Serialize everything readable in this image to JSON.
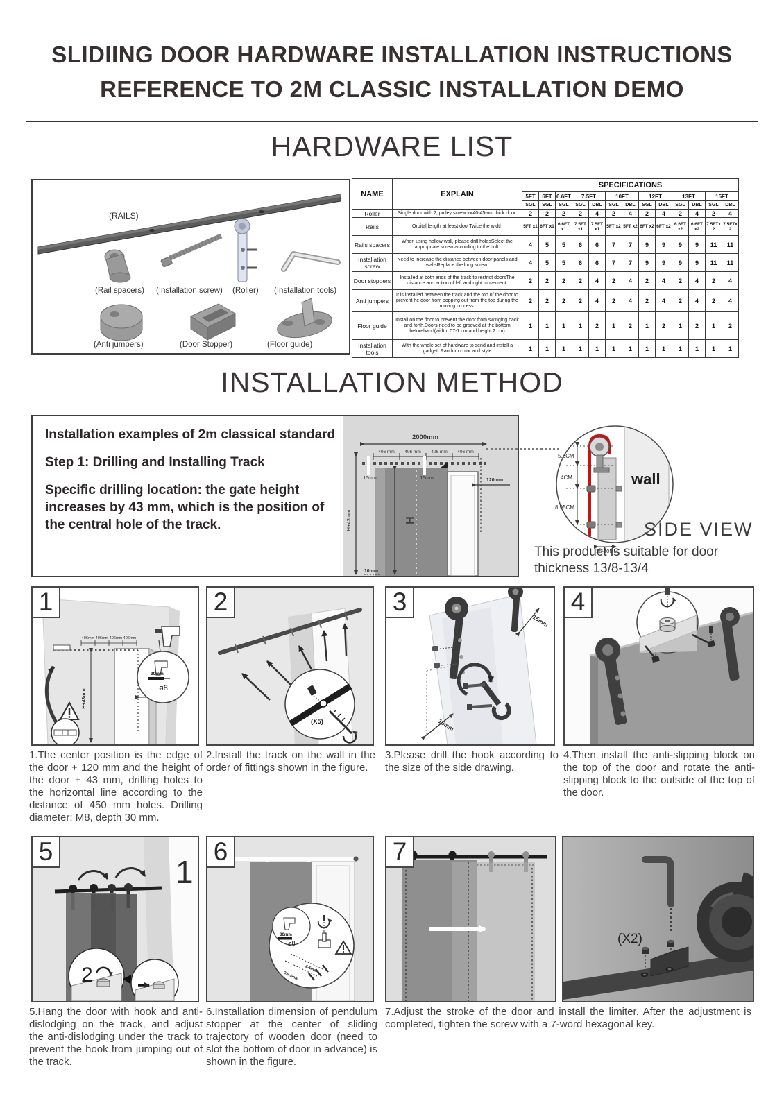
{
  "page": {
    "title_line1": "SLIDIING DOOR HARDWARE INSTALLATION INSTRUCTIONS",
    "title_line2": "REFERENCE TO 2M CLASSIC INSTALLATION DEMO",
    "hardware_title": "HARDWARE LIST",
    "method_title": "INSTALLATION METHOD"
  },
  "parts": {
    "labels": [
      "(RAILS)",
      "(Rail spacers)",
      "(Installation screw)",
      "(Roller)",
      "(Installation tools)",
      "(Anti jumpers)",
      "(Door Stopper)",
      "(Floor guide)"
    ]
  },
  "hardware_table": {
    "col_name": "NAME",
    "col_explain": "EXPLAIN",
    "col_specs": "SPECIFICATIONS",
    "size_groups": [
      {
        "label": "5FT",
        "cols": [
          "SGL"
        ]
      },
      {
        "label": "6FT",
        "cols": [
          "SGL"
        ]
      },
      {
        "label": "6.6FT",
        "cols": [
          "SGL"
        ]
      },
      {
        "label": "7.5FT",
        "cols": [
          "SGL",
          "DBL"
        ]
      },
      {
        "label": "10FT",
        "cols": [
          "SGL",
          "DBL"
        ]
      },
      {
        "label": "12FT",
        "cols": [
          "SGL",
          "DBL"
        ]
      },
      {
        "label": "13FT",
        "cols": [
          "SGL",
          "DBL"
        ]
      },
      {
        "label": "15FT",
        "cols": [
          "SGL",
          "DBL"
        ]
      }
    ],
    "rows": [
      {
        "name": "Roller",
        "explain": "Single door with 2, pulley screw for40-45mm thick door.",
        "values": [
          "2",
          "2",
          "2",
          "2",
          "4",
          "2",
          "4",
          "2",
          "4",
          "2",
          "4",
          "2",
          "4"
        ]
      },
      {
        "name": "Rails",
        "explain": "Orbital length at least doorTwice the width",
        "values": [
          "5FT x1",
          "6FT x1",
          "6.6FT x1",
          "7.5FT x1",
          "7.5FT x1",
          "5FT x2",
          "5FT x2",
          "6FT x2",
          "6FT x2",
          "6.6FT x2",
          "6.6FT x2",
          "7.5FTx 2",
          "7.5FTx 2"
        ]
      },
      {
        "name": "Rails spacers",
        "explain": "When using hollow wall, please drill holesSelect the appropriate screw according to the bolt.",
        "values": [
          "4",
          "5",
          "5",
          "6",
          "6",
          "7",
          "7",
          "9",
          "9",
          "9",
          "9",
          "11",
          "11"
        ]
      },
      {
        "name": "Installation screw",
        "explain": "Need to increase the distance between door panels and wallsReplace the long screw.",
        "values": [
          "4",
          "5",
          "5",
          "6",
          "6",
          "7",
          "7",
          "9",
          "9",
          "9",
          "9",
          "11",
          "11"
        ]
      },
      {
        "name": "Door stoppers",
        "explain": "Installed at both ends of the track to restrict doorsThe distance and action of left and right movement.",
        "values": [
          "2",
          "2",
          "2",
          "2",
          "4",
          "2",
          "4",
          "2",
          "4",
          "2",
          "4",
          "2",
          "4"
        ]
      },
      {
        "name": "Anti jumpers",
        "explain": "It is installed between the track and the top of the door to prevent he door from popping out from the top during the moving process.",
        "values": [
          "2",
          "2",
          "2",
          "2",
          "4",
          "2",
          "4",
          "2",
          "4",
          "2",
          "4",
          "2",
          "4"
        ]
      },
      {
        "name": "Floor guide",
        "explain": "Install on the floor to prevent the door from swinging back and forth.Doors need to be grooved at the bottom beforehand(width: 07-1 cm and height 2 cm)",
        "values": [
          "1",
          "1",
          "1",
          "1",
          "2",
          "1",
          "2",
          "1",
          "2",
          "1",
          "2",
          "1",
          "2"
        ]
      },
      {
        "name": "Installation tools",
        "explain": "With the whole set of hardware to send and install a gadget. Random color and style",
        "values": [
          "1",
          "1",
          "1",
          "1",
          "1",
          "1",
          "1",
          "1",
          "1",
          "1",
          "1",
          "1",
          "1"
        ]
      }
    ]
  },
  "intro": {
    "heading": "Installation examples of 2m classical standard",
    "step1": "Step 1: Drilling and Installing Track",
    "detail": "Specific drilling location: the gate height increases by 43 mm, which is the position of the central hole of the track."
  },
  "door_diagram": {
    "top_width": "2000mm",
    "seg": "406 mm",
    "off15_left": "15mm",
    "off15_mid": "15mm",
    "off120": "120mm",
    "h_total": "H+43mm",
    "h": "H",
    "bottom": "10mm"
  },
  "side_view": {
    "wall_label": "wall",
    "dim1": "5.3CM",
    "dim2": "4CM",
    "dim3": "8.95CM",
    "dim4": "35-40MM",
    "caption": "SIDE VIEW",
    "note1": "This product is suitable for door",
    "note2": "thickness 13/8-13/4"
  },
  "steps": [
    {
      "num": "1",
      "caption": "1.The center position is the edge of the door + 120 mm and the height of the door + 43 mm,  drilling holes to the horizontal line according to the distance of 450 mm holes. Drilling diameter: M8, depth 30 mm."
    },
    {
      "num": "2",
      "caption": "2.Install the track on the wall in the order of fittings shown in the figure."
    },
    {
      "num": "3",
      "caption": "3.Please drill the hook according to the size of the side drawing."
    },
    {
      "num": "4",
      "caption": "4.Then install the anti-slipping block on the top of the door and rotate the anti-slipping  block to the outside of the top of the door."
    },
    {
      "num": "5",
      "caption": "5.Hang the door with hook and anti-dislodging on the track, and adjust the anti-dislodging  under the track to prevent the hook from jumping out of the track."
    },
    {
      "num": "6",
      "caption": "6.Installation dimension of pendulum stopper at the center of sliding trajectory of wooden  door (need to slot the bottom of door in advance) is shown in the figure."
    },
    {
      "num": "7",
      "caption": "7.Adjust the stroke of the door and install the limiter. After the adjustment is  completed, tighten the screw with a 7-word hexagonal key."
    }
  ],
  "ann": {
    "p1": {
      "d406": "406mm",
      "h43": "H+43mm",
      "d120": "120mm",
      "d30": "30mm",
      "dia": "ø8"
    },
    "p2": {
      "x5": "(X5)"
    },
    "p3": {
      "d15": "15mm"
    },
    "p5": {
      "one": "1",
      "two": "2"
    },
    "p6": {
      "d30": "30mm",
      "dia": "ø8",
      "dim1": "3.6-5mm",
      "dim2": "2-5mm"
    },
    "p7": {
      "x2": "(X2)"
    }
  },
  "colors": {
    "ink": "#372f30",
    "track_red": "#cc1111",
    "door_gray": "#8c8c8c",
    "wall_gray": "#e4e4e4"
  }
}
